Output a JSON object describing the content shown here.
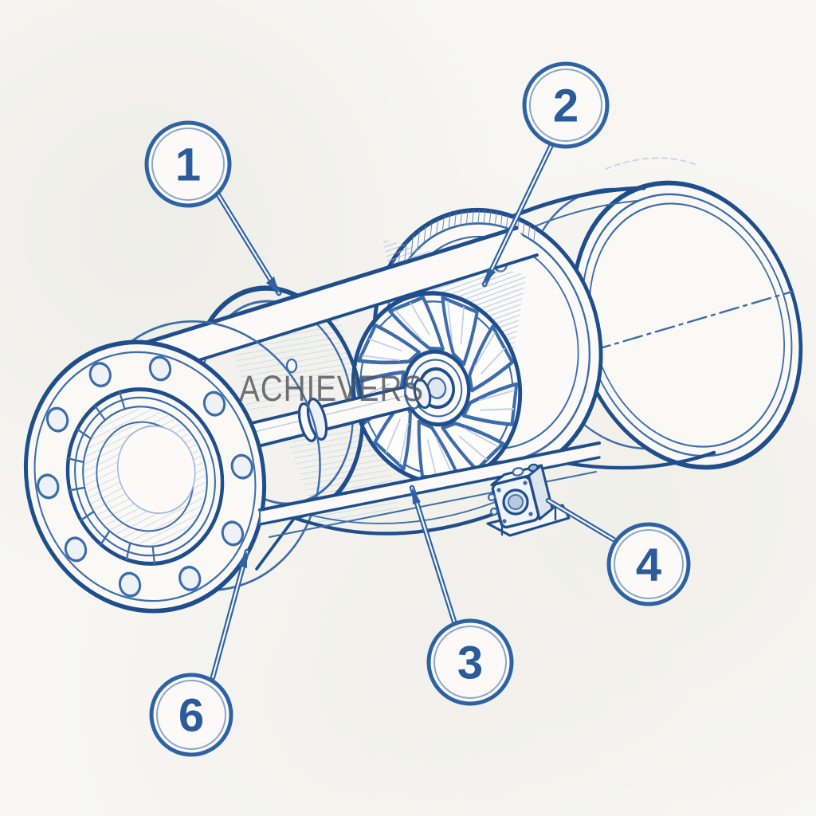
{
  "figure": {
    "watermark": "ACHIEVERS",
    "callouts": [
      {
        "label": "1"
      },
      {
        "label": "2"
      },
      {
        "label": "3"
      },
      {
        "label": "4"
      },
      {
        "label": "6"
      }
    ]
  },
  "colors": {
    "background": "#f7f6f2",
    "paper_white": "#fbfaf8",
    "line_dark": "#1f4e8c",
    "line_mid": "#3c6cab",
    "hatch_light": "#c3d0e4",
    "hatch_mid": "#9fb5d4",
    "callout_stroke": "#2d62a5",
    "callout_text": "#2b5b9b",
    "watermark_text": "#53535c"
  }
}
